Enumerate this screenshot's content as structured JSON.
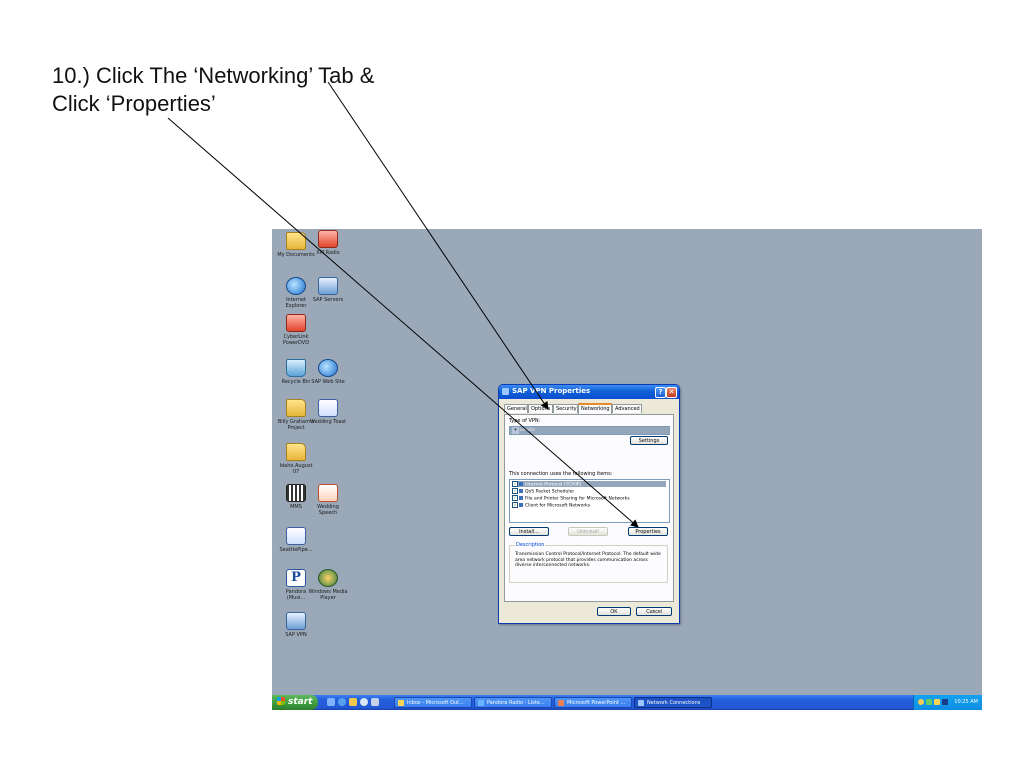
{
  "instruction": {
    "line1": "10.) Click The ‘Networking’ Tab &",
    "line2": "Click ‘Properties’"
  },
  "desktop_icons": [
    {
      "label": "My Documents",
      "icon": "folder-document-icon"
    },
    {
      "label": "XM Radio",
      "icon": "xm-radio-icon"
    },
    {
      "label": "Internet Explorer",
      "icon": "internet-explorer-icon"
    },
    {
      "label": "SAP Servers",
      "icon": "network-shortcut-icon"
    },
    {
      "label": "CyberLink PowerDVD",
      "icon": "powerdvd-icon"
    },
    {
      "label": "Recycle Bin",
      "icon": "recycle-bin-icon"
    },
    {
      "label": "SAP Web Site",
      "icon": "web-shortcut-icon"
    },
    {
      "label": "Billy Graham's Project",
      "icon": "folder-icon"
    },
    {
      "label": "Wedding Toast",
      "icon": "word-document-icon"
    },
    {
      "label": "Idaho August 07",
      "icon": "folder-icon"
    },
    {
      "label": "MMS",
      "icon": "grid-app-icon"
    },
    {
      "label": "Wedding Speech",
      "icon": "powerpoint-document-icon"
    },
    {
      "label": "SeattlePipe...",
      "icon": "word-document-icon"
    },
    {
      "label": "Pandora (Musi...",
      "icon": "pandora-icon"
    },
    {
      "label": "Windows Media Player",
      "icon": "media-player-icon"
    },
    {
      "label": "SAP VPN",
      "icon": "vpn-connection-icon"
    }
  ],
  "dialog": {
    "title": "SAP VPN  Properties",
    "help_glyph": "?",
    "close_glyph": "✕",
    "tabs": [
      "General",
      "Options",
      "Security",
      "Networking",
      "Advanced"
    ],
    "active_tab": "Networking",
    "type_of_vpn_label": "Type of VPN:",
    "type_of_vpn_value": "Automatic",
    "settings_button": "Settings",
    "items_label": "This connection uses the following items:",
    "items": [
      {
        "label": "Internet Protocol (TCP/IP)",
        "checked": true,
        "selected": true
      },
      {
        "label": "QoS Packet Scheduler",
        "checked": true,
        "selected": false
      },
      {
        "label": "File and Printer Sharing for Microsoft Networks",
        "checked": true,
        "selected": false
      },
      {
        "label": "Client for Microsoft Networks",
        "checked": true,
        "selected": false
      }
    ],
    "install_button": "Install...",
    "uninstall_button": "Uninstall",
    "properties_button": "Properties",
    "description_title": "Description",
    "description_text": "Transmission Control Protocol/Internet Protocol. The default wide area network protocol that provides communication across diverse interconnected networks.",
    "ok_button": "OK",
    "cancel_button": "Cancel"
  },
  "taskbar": {
    "start_label": "start",
    "tasks": [
      {
        "label": "Inbox - Microsoft Out...",
        "active": false
      },
      {
        "label": "Pandora Radio - Liste...",
        "active": false
      },
      {
        "label": "Microsoft PowerPoint ...",
        "active": false
      },
      {
        "label": "Network Connections",
        "active": true
      }
    ],
    "clock": "10:25 AM"
  },
  "colors": {
    "desktop": "#9aa8b8",
    "titlebar": "#0a4fd1",
    "active_tab_accent": "#e68b2c",
    "taskbar": "#245edb"
  }
}
